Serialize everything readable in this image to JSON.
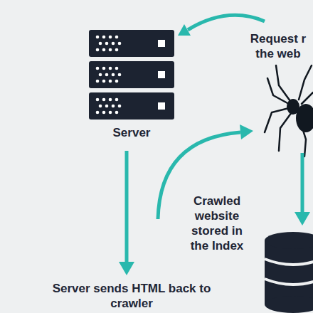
{
  "diagram": {
    "nodes": [
      {
        "text": [
          "Server"
        ]
      }
    ],
    "labels": [
      "Request r the web",
      "Crawled website stored in the Index",
      "Server sends HTML back to crawler"
    ]
  }
}
